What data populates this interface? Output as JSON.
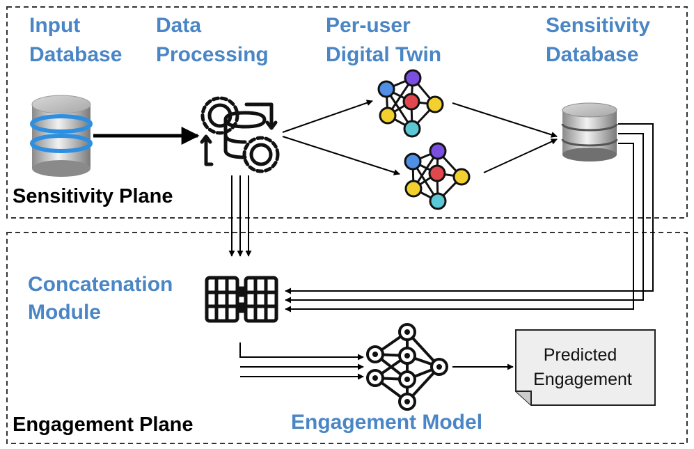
{
  "labels": {
    "input_db": [
      "Input",
      "Database"
    ],
    "data_processing": [
      "Data",
      "Processing"
    ],
    "digital_twin": [
      "Per-user",
      "Digital Twin"
    ],
    "sensitivity_db": [
      "Sensitivity",
      "Database"
    ],
    "sensitivity_plane": "Sensitivity Plane",
    "concatenation": [
      "Concatenation",
      "Module"
    ],
    "engagement_plane": "Engagement Plane",
    "engagement_model": "Engagement Model",
    "predicted": [
      "Predicted",
      "Engagement"
    ]
  },
  "colors": {
    "accent_blue": "#4a86c5",
    "db_blue": "#2e8fe0",
    "node_blue": "#4f8fe6",
    "node_purple": "#7a4fe0",
    "node_red": "#e0484f",
    "node_yellow": "#f2d12e",
    "node_cyan": "#5cc8d6",
    "box_fill": "#eeeeee"
  },
  "icons": {
    "input_db": "database-icon",
    "data_processing": "gear-processing-icon",
    "digital_twin": "graph-network-icon",
    "sensitivity_db": "database-icon",
    "concatenation": "grid-concat-icon",
    "engagement_model": "neural-network-icon",
    "predicted": "document-icon"
  }
}
